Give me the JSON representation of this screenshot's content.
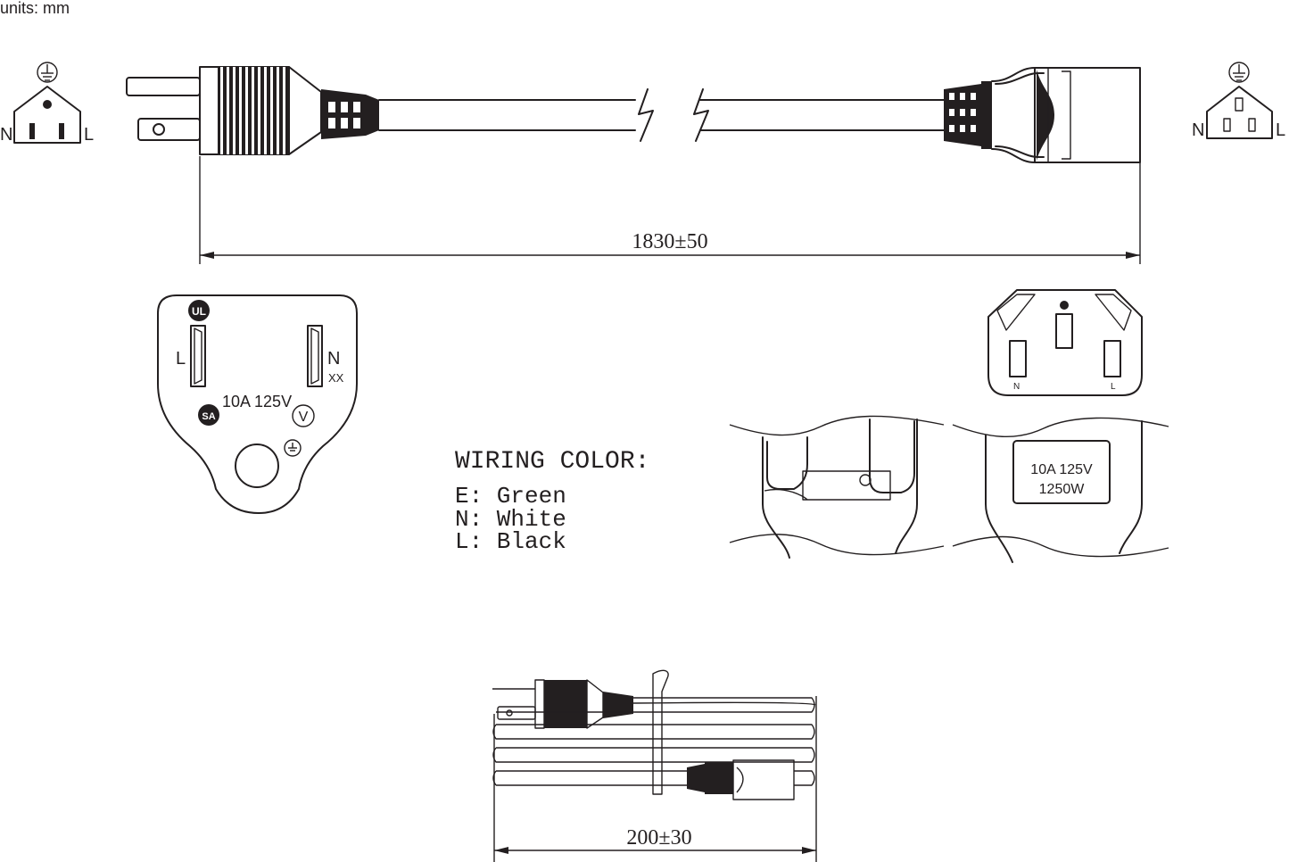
{
  "units_label": "units: mm",
  "plug_face_symbol": {
    "n": "N",
    "l": "L"
  },
  "socket_face_symbol": {
    "n": "N",
    "l": "L"
  },
  "length_dimension": "1830±50",
  "plug_face": {
    "l": "L",
    "n": "N",
    "code": "XX",
    "rating": "10A 125V"
  },
  "socket_face": {
    "n": "N",
    "l": "L"
  },
  "wiring": {
    "title": "WIRING COLOR:",
    "lines": [
      "E: Green",
      "N: White",
      "L: Black"
    ]
  },
  "socket_label": {
    "line1": "10A 125V",
    "line2": "1250W"
  },
  "bundle_dimension": "200±30"
}
